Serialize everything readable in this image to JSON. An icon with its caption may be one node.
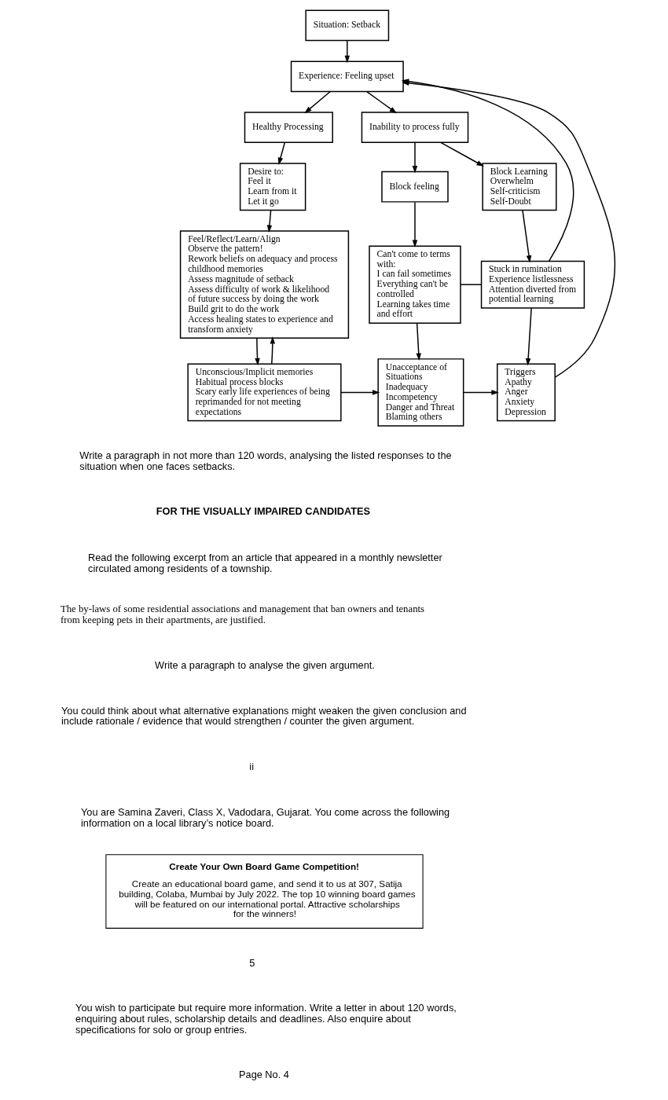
{
  "diagram": {
    "nodes": [
      {
        "text": [
          "Situation: Setback"
        ]
      },
      {
        "text": [
          "Experience: Feeling upset"
        ]
      },
      {
        "text": [
          "Healthy Processing"
        ]
      },
      {
        "text": [
          "Inability to process fully"
        ]
      },
      {
        "text": [
          "Desire to:",
          "Feel it",
          "Learn from it",
          "Let it go"
        ]
      },
      {
        "text": [
          "Block feeling"
        ]
      },
      {
        "text": [
          "Block Learning",
          "Overwhelm",
          "Self-criticism",
          "Self-Doubt"
        ]
      },
      {
        "text": [
          "Feel/Reflect/Learn/Align",
          "Observe the pattern!",
          "Rework beliefs on adequacy and process childhood memories",
          "Assess magnitude of setback",
          "Assess difficulty of work & likelihood of future success by doing the work",
          "Build grit to do the work",
          "Access healing states to experience and transform anxiety"
        ]
      },
      {
        "text": [
          "Can't come to terms with:",
          "I can fail sometimes",
          "Everything can't be controlled",
          "Learning takes time and effort"
        ]
      },
      {
        "text": [
          "Stuck in rumination",
          "Experience listlessness",
          "Attention diverted from potential learning"
        ]
      },
      {
        "text": [
          "Unacceptance of Situations",
          "Inadequacy",
          "Incompetency",
          "Danger and Threat",
          "Blaming others"
        ]
      },
      {
        "text": [
          "Triggers",
          "Apathy",
          "Anger",
          "Anxiety",
          "Depression"
        ]
      },
      {
        "text": [
          "Unconscious/Implicit memories",
          "Habitual process blocks",
          "Scary early life experiences of being reprimanded for not meeting expectations"
        ]
      },
      {
        "text": [
          "Create Your Own Board Game Competition!",
          "Create an educational board game, and send it to us at 307, Satija building, Colaba, Mumbai by July 2022. The top 10 winning board games will be featured on our international portal. Attractive scholarships for the winners!"
        ]
      }
    ],
    "edges": [
      {
        "from": 0,
        "to": 1,
        "arrow": "to"
      },
      {
        "from": 1,
        "to": 2,
        "arrow": "to"
      },
      {
        "from": 1,
        "to": 3,
        "arrow": "to"
      },
      {
        "from": 2,
        "to": 4,
        "arrow": "to"
      },
      {
        "from": 3,
        "to": 5,
        "arrow": "to"
      },
      {
        "from": 3,
        "to": 6,
        "arrow": "to"
      },
      {
        "from": 4,
        "to": 7,
        "arrow": "to"
      },
      {
        "from": 5,
        "to": 8,
        "arrow": "to"
      },
      {
        "from": 6,
        "to": 9,
        "arrow": "to"
      },
      {
        "from": 8,
        "to": 9,
        "arrow": "none"
      },
      {
        "from": 9,
        "to": 1,
        "arrow": "to"
      },
      {
        "from": 8,
        "to": 10,
        "arrow": "to"
      },
      {
        "from": 9,
        "to": 11,
        "arrow": "to"
      },
      {
        "from": 10,
        "to": 11,
        "arrow": "to"
      },
      {
        "from": 11,
        "to": 1,
        "arrow": "to"
      },
      {
        "from": 12,
        "to": 7,
        "arrow": "to"
      },
      {
        "from": 7,
        "to": 12,
        "arrow": "to"
      },
      {
        "from": 12,
        "to": 10,
        "arrow": "to"
      }
    ],
    "labels": [
      "Write a paragraph in not more than 120 words, analysing the listed responses to the situation when one faces setbacks.",
      "FOR THE VISUALLY IMPAIRED CANDIDATES",
      "Read the following excerpt from an article that appeared in a monthly newsletter circulated among residents of a township.",
      "The by-laws of some residential associations and management that ban owners and tenants from keeping pets in their apartments, are justified.",
      "Write a paragraph to analyse the given argument.",
      "You could think about what alternative explanations might weaken the given conclusion and include rationale / evidence that would strengthen / counter the given argument.",
      "ii",
      "You are Samina Zaveri, Class X, Vadodara, Gujarat. You come across the following information on a local library’s notice board.",
      "5",
      "You wish to participate but require more information. Write a letter in about 120 words, enquiring about rules, scholarship details and deadlines. Also enquire about specifications for solo or group entries.",
      "Page No. 4"
    ]
  }
}
